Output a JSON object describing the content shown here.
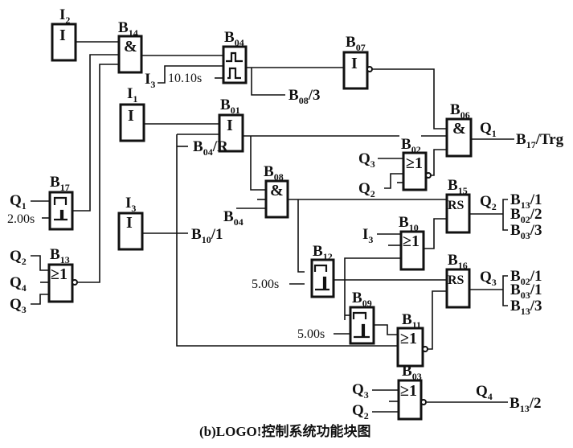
{
  "caption": "(b)LOGO!控制系统功能块图",
  "inputs": {
    "I2": {
      "name": "I",
      "sub": "2",
      "symbol": "I"
    },
    "I1": {
      "name": "I",
      "sub": "1",
      "symbol": "I"
    },
    "I3": {
      "name": "I",
      "sub": "3",
      "symbol": "I"
    }
  },
  "blocks": {
    "B14": {
      "name": "B",
      "sub": "14",
      "symbol": "&"
    },
    "B04": {
      "name": "B",
      "sub": "04",
      "param": "10.10s",
      "param_input": {
        "name": "I",
        "sub": "3"
      }
    },
    "B07": {
      "name": "B",
      "sub": "07",
      "symbol": "I"
    },
    "B01": {
      "name": "B",
      "sub": "01",
      "symbol": "I"
    },
    "B08": {
      "name": "B",
      "sub": "08",
      "symbol": "&"
    },
    "B06": {
      "name": "B",
      "sub": "06",
      "symbol": "&",
      "output": {
        "name": "Q",
        "sub": "1"
      }
    },
    "B02": {
      "name": "B",
      "sub": "02",
      "symbol": "≥1",
      "in1": {
        "name": "Q",
        "sub": "3"
      },
      "in2": {
        "name": "Q",
        "sub": "2"
      }
    },
    "B17": {
      "name": "B",
      "sub": "17",
      "in1": {
        "name": "Q",
        "sub": "1"
      },
      "param": "2.00s"
    },
    "B13": {
      "name": "B",
      "sub": "13",
      "symbol": "≥1",
      "in1": {
        "name": "Q",
        "sub": "2"
      },
      "in2": {
        "name": "Q",
        "sub": "4"
      },
      "in3": {
        "name": "Q",
        "sub": "3"
      }
    },
    "B15": {
      "name": "B",
      "sub": "15",
      "symbol": "RS",
      "output": {
        "name": "Q",
        "sub": "2"
      }
    },
    "B10": {
      "name": "B",
      "sub": "10",
      "symbol": "≥1",
      "in1": {
        "name": "I",
        "sub": "3"
      }
    },
    "B12": {
      "name": "B",
      "sub": "12",
      "param": "5.00s"
    },
    "B16": {
      "name": "B",
      "sub": "16",
      "symbol": "RS",
      "output": {
        "name": "Q",
        "sub": "3"
      }
    },
    "B09": {
      "name": "B",
      "sub": "09",
      "param": "5.00s"
    },
    "B11": {
      "name": "B",
      "sub": "11",
      "symbol": "≥1"
    },
    "B03": {
      "name": "B",
      "sub": "03",
      "symbol": "≥1",
      "in1": {
        "name": "Q",
        "sub": "3"
      },
      "in2": {
        "name": "Q",
        "sub": "2"
      },
      "output": {
        "name": "Q",
        "sub": "4"
      }
    }
  },
  "references": {
    "b08_3": {
      "name": "B",
      "sub": "08",
      "pin": "/3"
    },
    "b17_trg": {
      "name": "B",
      "sub": "17",
      "pin": "/Trg"
    },
    "b04_r": {
      "name": "B",
      "sub": "04",
      "pin": "/R"
    },
    "b04": {
      "name": "B",
      "sub": "04",
      "pin": ""
    },
    "b10_1": {
      "name": "B",
      "sub": "10",
      "pin": "/1"
    },
    "q2_b13_1": {
      "name": "B",
      "sub": "13",
      "pin": "/1"
    },
    "q2_b02_2": {
      "name": "B",
      "sub": "02",
      "pin": "/2"
    },
    "q2_b03_3": {
      "name": "B",
      "sub": "03",
      "pin": "/3"
    },
    "q3_b02_1": {
      "name": "B",
      "sub": "02",
      "pin": "/1"
    },
    "q3_b03_1": {
      "name": "B",
      "sub": "03",
      "pin": "/1"
    },
    "q3_b13_3": {
      "name": "B",
      "sub": "13",
      "pin": "/3"
    },
    "q4_b13_2": {
      "name": "B",
      "sub": "13",
      "pin": "/2"
    }
  }
}
